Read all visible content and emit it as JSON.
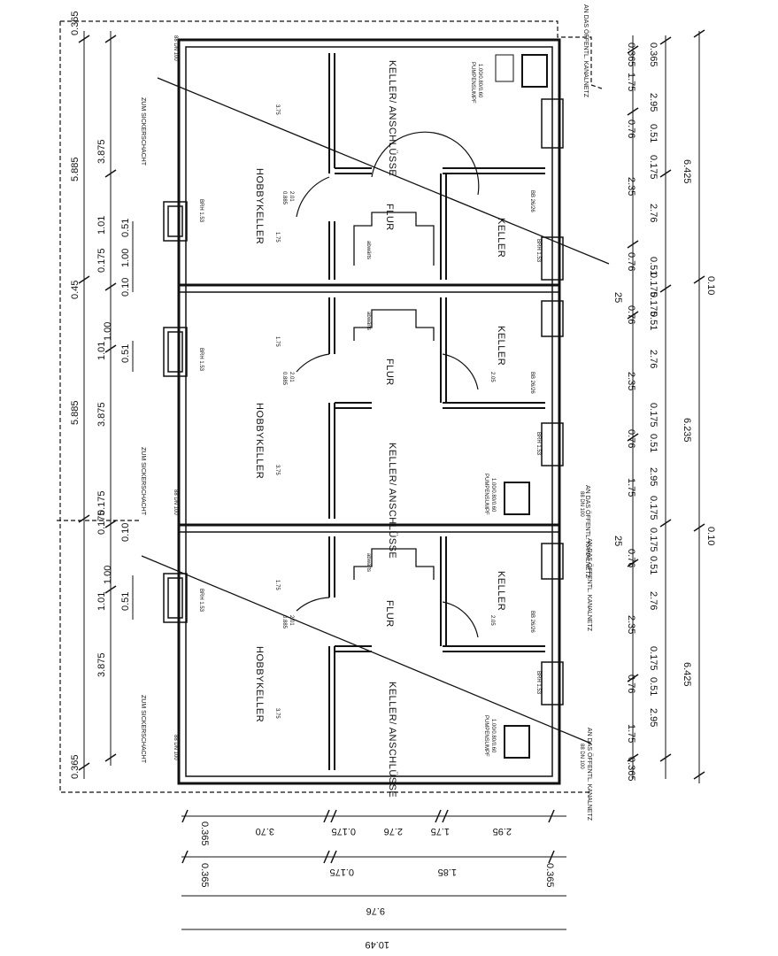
{
  "rooms": {
    "hobbykeller": "HOBBYKELLER",
    "flur": "FLUR",
    "keller": "KELLER",
    "keller_anschluesse": "KELLER/ ANSCHLÜSSE",
    "pumpensumpf": "PUMPENSUMPF",
    "treppe": "abwärts",
    "height_375": "3.75",
    "height_175": "1.75",
    "height_205": "2.05"
  },
  "notes": {
    "sickerschacht": "ZUM SICKERSCHACHT",
    "kanal": "AN DAS ÖFFENTL. KANALNETZ",
    "kanal_top": "AN DAS ÖFFENTL. KANALNETZ",
    "kellerfenster": "BRH 1.53",
    "door": "88 DN 100",
    "window_small": "BB 26/26",
    "sump": "1.00/0.80/0.60",
    "door_085": "0.885",
    "door_201": "2.01"
  },
  "left_dims": {
    "outer": [
      "0.365",
      "5.885",
      "0.45",
      "5.885",
      "0.365"
    ],
    "mid": [
      "3.875",
      "1.01",
      "0.175",
      "1.01",
      "3.875",
      "0.175",
      "0.175",
      "1.01",
      "3.875"
    ],
    "inner": [
      "1.00",
      "0.51",
      "0.10",
      "1.00",
      "0.51",
      "0.10",
      "1.00",
      "0.51"
    ]
  },
  "right_dims": {
    "left_col": [
      "0.365",
      "1.75",
      "0.76",
      "2.35",
      "0.76",
      "25",
      "0.76",
      "2.35",
      "0.76",
      "1.75",
      "25",
      "0.76",
      "2.35",
      "0.76",
      "1.75",
      "0.365"
    ],
    "mid_col": [
      "0.365",
      "2.95",
      "0.51",
      "0.175",
      "2.76",
      "0.51",
      "0.175",
      "0.175",
      "0.51",
      "2.76",
      "0.175",
      "0.51",
      "2.95",
      "0.175",
      "0.175",
      "0.51",
      "2.76",
      "0.175",
      "0.51",
      "2.95"
    ],
    "right_col": [
      "6.425",
      "0.10",
      "6.235",
      "0.10",
      "6.425"
    ]
  },
  "bottom_dims": {
    "row1": [
      "0.365",
      "3.70",
      "0.175",
      "2.76",
      "1.75",
      "2.95"
    ],
    "row2": [
      "0.365",
      "0.175",
      "1.85",
      "0.365"
    ],
    "row3": "9.76",
    "row4": "10.49"
  }
}
